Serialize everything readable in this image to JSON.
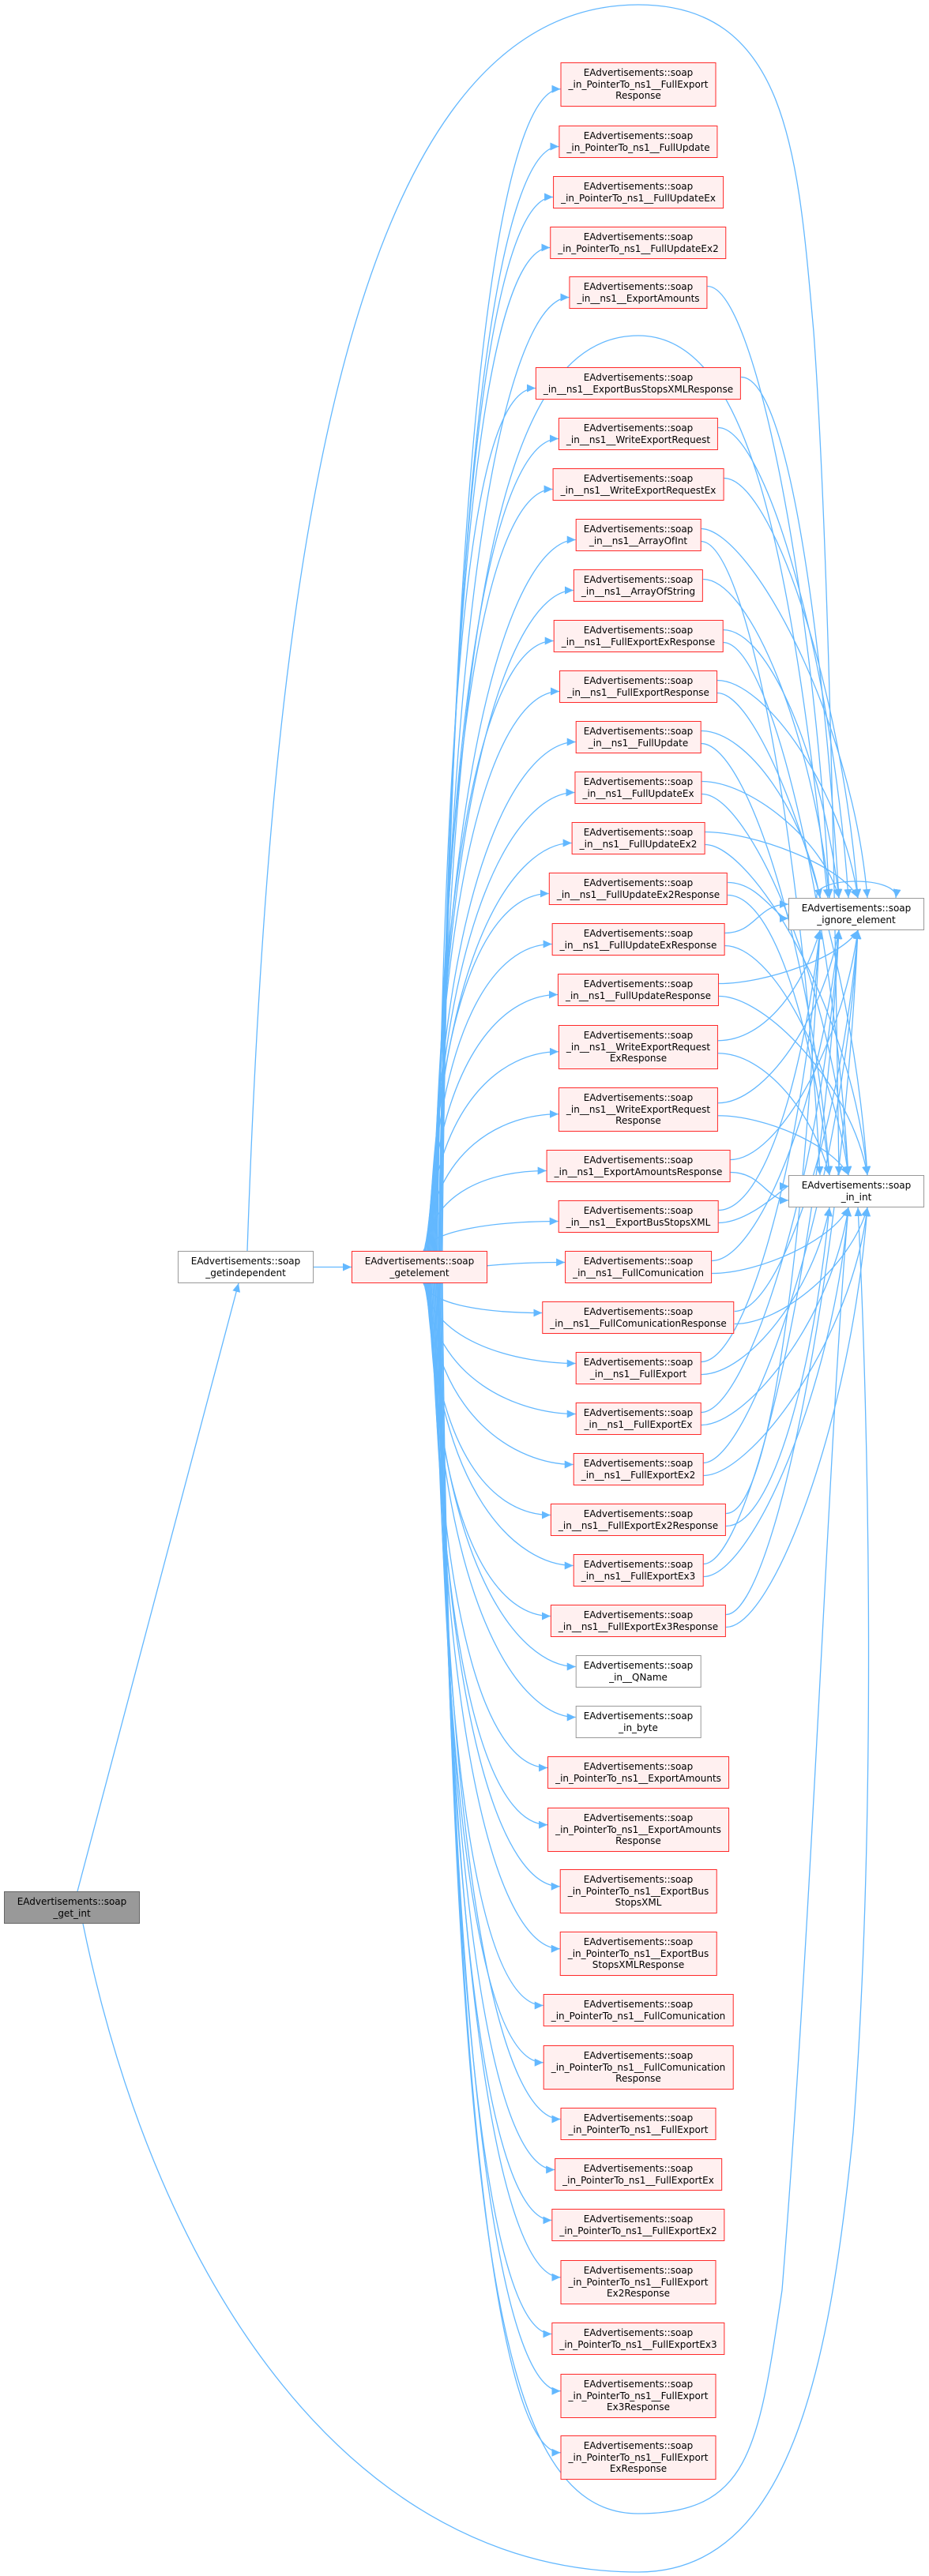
{
  "colors": {
    "edge": "#63b8ff",
    "red_border": "#ff2a2a",
    "red_fill": "#fff0f0",
    "gray_border": "#999999",
    "current_fill": "#999999"
  },
  "graph": {
    "nodes": [
      {
        "id": "get_int",
        "kind": "current",
        "label": "EAdvertisements::soap\n_get_int",
        "calls": [
          "getindependent",
          "in_int"
        ]
      },
      {
        "id": "getindependent",
        "kind": "gray",
        "label": "EAdvertisements::soap\n_getindependent",
        "calls": [
          "getelement",
          "in_int"
        ]
      },
      {
        "id": "getelement",
        "kind": "red",
        "label": "EAdvertisements::soap\n_getelement",
        "calls": [
          "m1",
          "m2",
          "m3",
          "m4",
          "m5",
          "m6",
          "m7",
          "m8",
          "m9",
          "m10",
          "m11",
          "m12",
          "m13",
          "m14",
          "m15",
          "m16",
          "m17",
          "m18",
          "m19",
          "m20",
          "m21",
          "m22",
          "m23",
          "m24",
          "m25",
          "m26",
          "m27",
          "m28",
          "m29",
          "m30",
          "m31",
          "m32",
          "m33",
          "m34",
          "m35",
          "m36",
          "m37",
          "m38",
          "m39",
          "m40",
          "m41",
          "m42",
          "m43",
          "m44",
          "m45",
          "ignore_element",
          "in_int"
        ]
      },
      {
        "id": "ignore_element",
        "kind": "gray",
        "label": "EAdvertisements::soap\n_ignore_element",
        "calls": [
          "ignore_element"
        ]
      },
      {
        "id": "in_int",
        "kind": "gray",
        "label": "EAdvertisements::soap\n_in_int",
        "calls": []
      },
      {
        "id": "m1",
        "kind": "red",
        "label": "EAdvertisements::soap\n_in_PointerTo_ns1__FullExport\nResponse",
        "calls": []
      },
      {
        "id": "m2",
        "kind": "red",
        "label": "EAdvertisements::soap\n_in_PointerTo_ns1__FullUpdate",
        "calls": []
      },
      {
        "id": "m3",
        "kind": "red",
        "label": "EAdvertisements::soap\n_in_PointerTo_ns1__FullUpdateEx",
        "calls": []
      },
      {
        "id": "m4",
        "kind": "red",
        "label": "EAdvertisements::soap\n_in_PointerTo_ns1__FullUpdateEx2",
        "calls": []
      },
      {
        "id": "m5",
        "kind": "red",
        "label": "EAdvertisements::soap\n_in__ns1__ExportAmounts",
        "calls": [
          "ignore_element"
        ]
      },
      {
        "id": "m6",
        "kind": "red",
        "label": "EAdvertisements::soap\n_in__ns1__ExportBusStopsXMLResponse",
        "calls": [
          "ignore_element"
        ]
      },
      {
        "id": "m7",
        "kind": "red",
        "label": "EAdvertisements::soap\n_in__ns1__WriteExportRequest",
        "calls": [
          "ignore_element"
        ]
      },
      {
        "id": "m8",
        "kind": "red",
        "label": "EAdvertisements::soap\n_in__ns1__WriteExportRequestEx",
        "calls": [
          "ignore_element"
        ]
      },
      {
        "id": "m9",
        "kind": "red",
        "label": "EAdvertisements::soap\n_in__ns1__ArrayOfInt",
        "calls": [
          "ignore_element",
          "in_int"
        ]
      },
      {
        "id": "m10",
        "kind": "red",
        "label": "EAdvertisements::soap\n_in__ns1__ArrayOfString",
        "calls": [
          "ignore_element"
        ]
      },
      {
        "id": "m11",
        "kind": "red",
        "label": "EAdvertisements::soap\n_in__ns1__FullExportExResponse",
        "calls": [
          "ignore_element",
          "in_int"
        ]
      },
      {
        "id": "m12",
        "kind": "red",
        "label": "EAdvertisements::soap\n_in__ns1__FullExportResponse",
        "calls": [
          "ignore_element",
          "in_int"
        ]
      },
      {
        "id": "m13",
        "kind": "red",
        "label": "EAdvertisements::soap\n_in__ns1__FullUpdate",
        "calls": [
          "ignore_element",
          "in_int"
        ]
      },
      {
        "id": "m14",
        "kind": "red",
        "label": "EAdvertisements::soap\n_in__ns1__FullUpdateEx",
        "calls": [
          "ignore_element",
          "in_int"
        ]
      },
      {
        "id": "m15",
        "kind": "red",
        "label": "EAdvertisements::soap\n_in__ns1__FullUpdateEx2",
        "calls": [
          "ignore_element",
          "in_int"
        ]
      },
      {
        "id": "m16",
        "kind": "red",
        "label": "EAdvertisements::soap\n_in__ns1__FullUpdateEx2Response",
        "calls": [
          "ignore_element",
          "in_int"
        ]
      },
      {
        "id": "m17",
        "kind": "red",
        "label": "EAdvertisements::soap\n_in__ns1__FullUpdateExResponse",
        "calls": [
          "ignore_element",
          "in_int"
        ]
      },
      {
        "id": "m18",
        "kind": "red",
        "label": "EAdvertisements::soap\n_in__ns1__FullUpdateResponse",
        "calls": [
          "ignore_element",
          "in_int"
        ]
      },
      {
        "id": "m19",
        "kind": "red",
        "label": "EAdvertisements::soap\n_in__ns1__WriteExportRequest\nExResponse",
        "calls": [
          "ignore_element",
          "in_int"
        ]
      },
      {
        "id": "m20",
        "kind": "red",
        "label": "EAdvertisements::soap\n_in__ns1__WriteExportRequest\nResponse",
        "calls": [
          "ignore_element",
          "in_int"
        ]
      },
      {
        "id": "m21",
        "kind": "red",
        "label": "EAdvertisements::soap\n_in__ns1__ExportAmountsResponse",
        "calls": [
          "ignore_element",
          "in_int"
        ]
      },
      {
        "id": "m22",
        "kind": "red",
        "label": "EAdvertisements::soap\n_in__ns1__ExportBusStopsXML",
        "calls": [
          "ignore_element",
          "in_int"
        ]
      },
      {
        "id": "m23",
        "kind": "red",
        "label": "EAdvertisements::soap\n_in__ns1__FullComunication",
        "calls": [
          "ignore_element",
          "in_int"
        ]
      },
      {
        "id": "m24",
        "kind": "red",
        "label": "EAdvertisements::soap\n_in__ns1__FullComunicationResponse",
        "calls": [
          "ignore_element",
          "in_int"
        ]
      },
      {
        "id": "m25",
        "kind": "red",
        "label": "EAdvertisements::soap\n_in__ns1__FullExport",
        "calls": [
          "ignore_element",
          "in_int"
        ]
      },
      {
        "id": "m26",
        "kind": "red",
        "label": "EAdvertisements::soap\n_in__ns1__FullExportEx",
        "calls": [
          "ignore_element",
          "in_int"
        ]
      },
      {
        "id": "m27",
        "kind": "red",
        "label": "EAdvertisements::soap\n_in__ns1__FullExportEx2",
        "calls": [
          "ignore_element",
          "in_int"
        ]
      },
      {
        "id": "m28",
        "kind": "red",
        "label": "EAdvertisements::soap\n_in__ns1__FullExportEx2Response",
        "calls": [
          "ignore_element",
          "in_int"
        ]
      },
      {
        "id": "m29",
        "kind": "red",
        "label": "EAdvertisements::soap\n_in__ns1__FullExportEx3",
        "calls": [
          "ignore_element",
          "in_int"
        ]
      },
      {
        "id": "m30",
        "kind": "red",
        "label": "EAdvertisements::soap\n_in__ns1__FullExportEx3Response",
        "calls": [
          "ignore_element",
          "in_int"
        ]
      },
      {
        "id": "m31",
        "kind": "gray",
        "label": "EAdvertisements::soap\n_in__QName",
        "calls": []
      },
      {
        "id": "m32",
        "kind": "gray",
        "label": "EAdvertisements::soap\n_in_byte",
        "calls": []
      },
      {
        "id": "m33",
        "kind": "red",
        "label": "EAdvertisements::soap\n_in_PointerTo_ns1__ExportAmounts",
        "calls": []
      },
      {
        "id": "m34",
        "kind": "red",
        "label": "EAdvertisements::soap\n_in_PointerTo_ns1__ExportAmounts\nResponse",
        "calls": []
      },
      {
        "id": "m35",
        "kind": "red",
        "label": "EAdvertisements::soap\n_in_PointerTo_ns1__ExportBus\nStopsXML",
        "calls": []
      },
      {
        "id": "m36",
        "kind": "red",
        "label": "EAdvertisements::soap\n_in_PointerTo_ns1__ExportBus\nStopsXMLResponse",
        "calls": []
      },
      {
        "id": "m37",
        "kind": "red",
        "label": "EAdvertisements::soap\n_in_PointerTo_ns1__FullComunication",
        "calls": []
      },
      {
        "id": "m38",
        "kind": "red",
        "label": "EAdvertisements::soap\n_in_PointerTo_ns1__FullComunication\nResponse",
        "calls": []
      },
      {
        "id": "m39",
        "kind": "red",
        "label": "EAdvertisements::soap\n_in_PointerTo_ns1__FullExport",
        "calls": []
      },
      {
        "id": "m40",
        "kind": "red",
        "label": "EAdvertisements::soap\n_in_PointerTo_ns1__FullExportEx",
        "calls": []
      },
      {
        "id": "m41",
        "kind": "red",
        "label": "EAdvertisements::soap\n_in_PointerTo_ns1__FullExportEx2",
        "calls": []
      },
      {
        "id": "m42",
        "kind": "red",
        "label": "EAdvertisements::soap\n_in_PointerTo_ns1__FullExport\nEx2Response",
        "calls": []
      },
      {
        "id": "m43",
        "kind": "red",
        "label": "EAdvertisements::soap\n_in_PointerTo_ns1__FullExportEx3",
        "calls": []
      },
      {
        "id": "m44",
        "kind": "red",
        "label": "EAdvertisements::soap\n_in_PointerTo_ns1__FullExport\nEx3Response",
        "calls": []
      },
      {
        "id": "m45",
        "kind": "red",
        "label": "EAdvertisements::soap\n_in_PointerTo_ns1__FullExport\nExResponse",
        "calls": []
      }
    ]
  }
}
